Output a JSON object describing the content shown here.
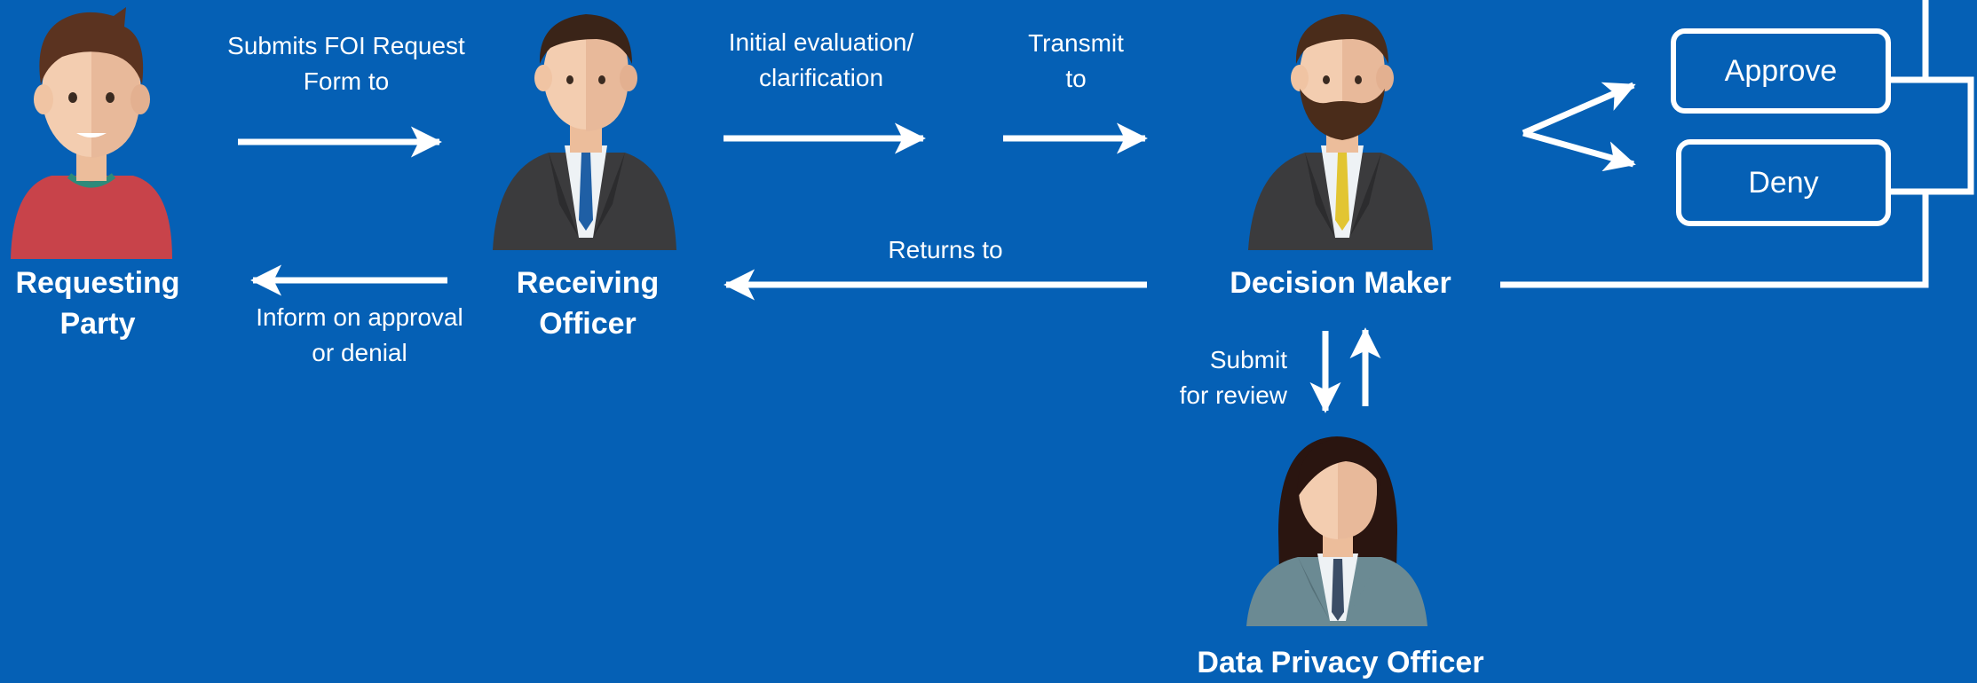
{
  "colors": {
    "background": "#0560b5",
    "line": "#ffffff",
    "text": "#ffffff",
    "requester_shirt": "#c8434a",
    "suit_dark": "#3b3b3d",
    "tie_blue": "#1f5fa5",
    "tie_yellow": "#e2c532",
    "jacket_gray": "#6b8a93",
    "skin": "#f3cdb0"
  },
  "actors": {
    "requesting_party": "Requesting\nParty",
    "receiving_officer": "Receiving\nOfficer",
    "decision_maker": "Decision Maker",
    "data_privacy_officer": "Data Privacy Officer"
  },
  "labels": {
    "submits": "Submits FOI Request\nForm to",
    "initial_eval": "Initial evaluation/\nclarification",
    "transmit": "Transmit\nto",
    "returns": "Returns to",
    "inform": "Inform on approval\nor denial",
    "submit_review": "Submit\nfor review"
  },
  "outcomes": {
    "approve": "Approve",
    "deny": "Deny"
  }
}
